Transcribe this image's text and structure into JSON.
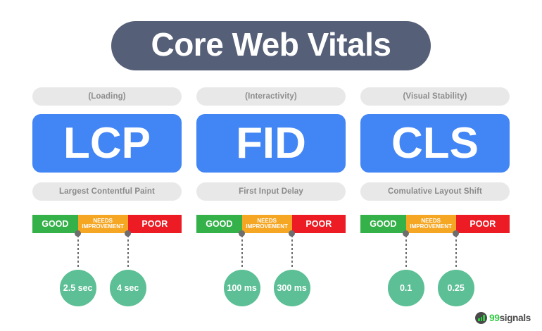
{
  "title": "Core Web Vitals",
  "theme": {
    "background": "#ffffff",
    "title_pill": "#555f77",
    "accent_blue": "#4285f4",
    "pill_gray": "#e8e8e8",
    "good_green": "#35b14a",
    "needs_orange": "#f5a623",
    "poor_red": "#ed1c24",
    "bubble_green": "#5cbf95",
    "connector_gray": "#6e6e6e"
  },
  "rating_labels": {
    "good": "GOOD",
    "needs_line1": "NEEDS",
    "needs_line2": "IMPROVEMENT",
    "poor": "POOR"
  },
  "metrics": [
    {
      "category": "(Loading)",
      "acronym": "LCP",
      "full_name": "Largest Contentful Paint",
      "thresholds": [
        {
          "value": "2.5 sec",
          "position_pct": 30.5
        },
        {
          "value": "4 sec",
          "position_pct": 64.0
        }
      ]
    },
    {
      "category": "(Interactivity)",
      "acronym": "FID",
      "full_name": "First Input Delay",
      "thresholds": [
        {
          "value": "100 ms",
          "position_pct": 30.5
        },
        {
          "value": "300 ms",
          "position_pct": 64.0
        }
      ]
    },
    {
      "category": "(Visual Stability)",
      "acronym": "CLS",
      "full_name": "Comulative Layout Shift",
      "thresholds": [
        {
          "value": "0.1",
          "position_pct": 30.5
        },
        {
          "value": "0.25",
          "position_pct": 64.0
        }
      ]
    }
  ],
  "logo": {
    "icon": "bar-chart-circle-icon",
    "prefix": "99",
    "suffix": "signals"
  }
}
